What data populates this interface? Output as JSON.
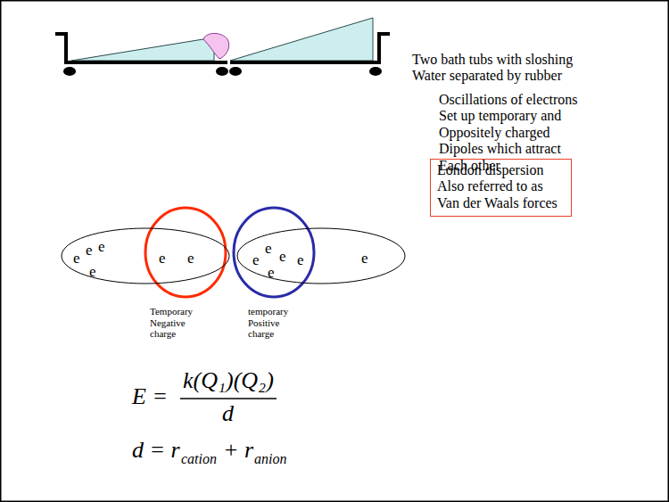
{
  "diagram": {
    "nodes": [
      {
        "text": [
          "London dispersion Also referred to as Van der Waals forces"
        ]
      },
      {
        "text": [
          "e",
          "e",
          "e",
          "e",
          "e",
          "e"
        ]
      },
      {
        "text": [
          "e",
          "e",
          "e",
          "e",
          "e",
          "e"
        ]
      }
    ],
    "labels": [
      "Two bath tubs with sloshing Water separated by rubber",
      "Oscillations of electrons Set up temporary and Oppositely charged Dipoles which attract Each other",
      "Temporary Negative charge",
      "temporary Positive charge",
      "E =",
      "k(Q₁)(Q₂)",
      "d",
      "d = r",
      "cation",
      "+ r",
      "anion"
    ]
  }
}
